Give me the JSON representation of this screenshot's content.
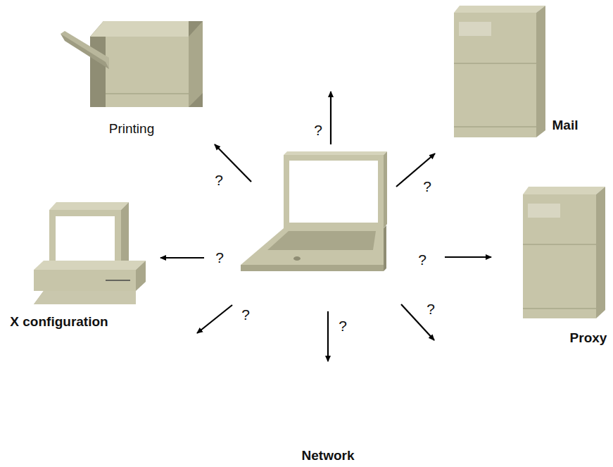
{
  "diagram": {
    "nodes": [
      {
        "text": [
          "Printing"
        ]
      },
      {
        "text": [
          "Mail"
        ]
      },
      {
        "text": [
          "X configuration"
        ]
      },
      {
        "text": [
          "Proxy"
        ]
      },
      {
        "text": [
          "Network"
        ]
      }
    ],
    "labels": [
      "?",
      "?",
      "?",
      "?",
      "?",
      "?",
      "?",
      "?"
    ]
  }
}
